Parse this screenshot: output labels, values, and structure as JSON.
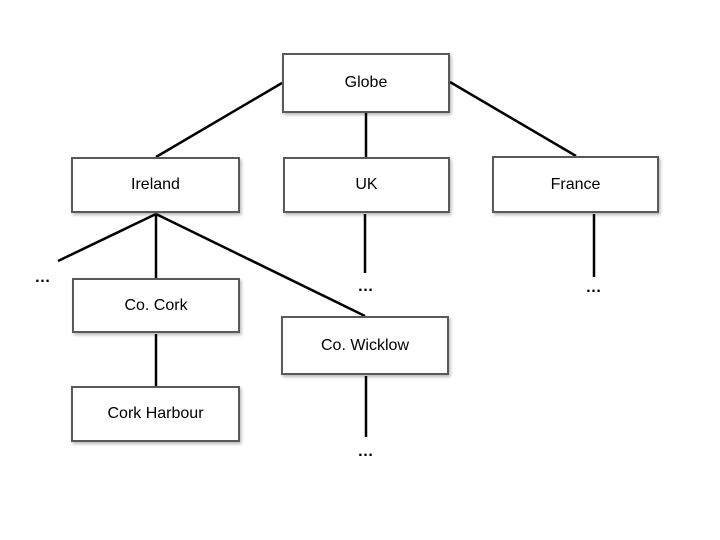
{
  "diagram": {
    "type": "tree",
    "nodes": {
      "globe": {
        "label": "Globe"
      },
      "ireland": {
        "label": "Ireland"
      },
      "uk": {
        "label": "UK"
      },
      "france": {
        "label": "France"
      },
      "co_cork": {
        "label": "Co. Cork"
      },
      "co_wicklow": {
        "label": "Co. Wicklow"
      },
      "cork_harbour": {
        "label": "Cork Harbour"
      }
    },
    "ellipsis": {
      "symbol": "…"
    },
    "hierarchy": [
      {
        "parent": "Globe",
        "children": [
          "Ireland",
          "UK",
          "France"
        ]
      },
      {
        "parent": "Ireland",
        "children": [
          "…",
          "Co. Cork",
          "Co. Wicklow"
        ]
      },
      {
        "parent": "UK",
        "children": [
          "…"
        ]
      },
      {
        "parent": "France",
        "children": [
          "…"
        ]
      },
      {
        "parent": "Co. Cork",
        "children": [
          "Cork Harbour"
        ]
      },
      {
        "parent": "Co. Wicklow",
        "children": [
          "…"
        ]
      }
    ],
    "colors": {
      "background": "#ffffff",
      "box_fill": "#ffffff",
      "box_border": "#595959",
      "connector_line": "#000000",
      "text": "#000000"
    }
  }
}
